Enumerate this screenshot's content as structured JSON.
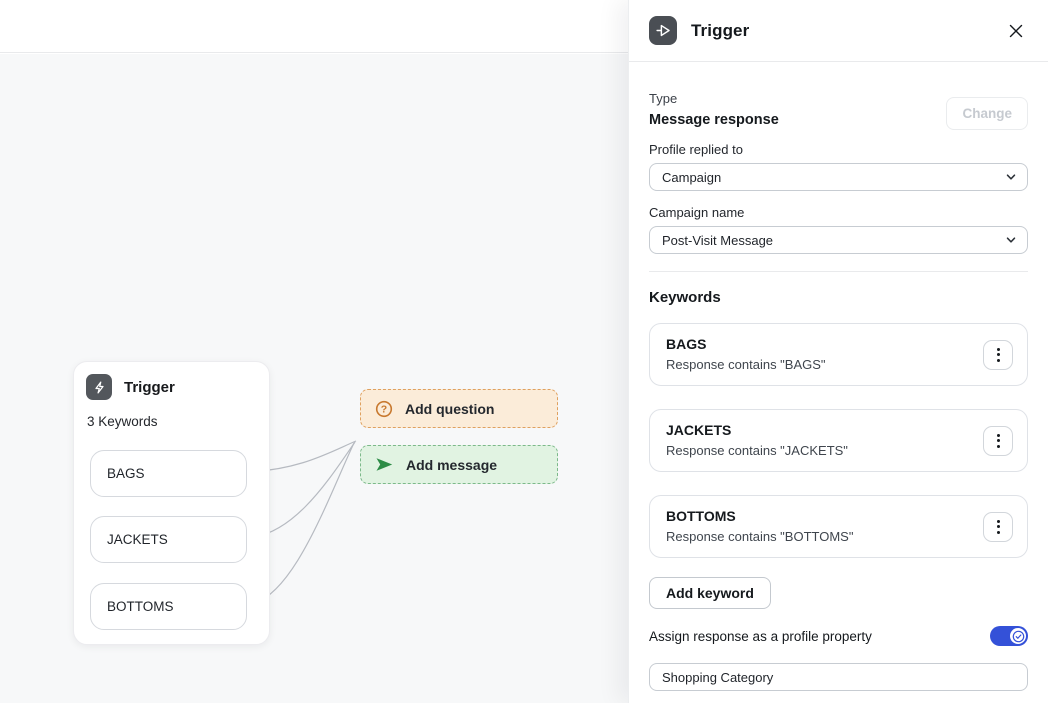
{
  "canvas": {
    "node": {
      "title": "Trigger",
      "subtitle": "3 Keywords",
      "keywords": [
        "BAGS",
        "JACKETS",
        "BOTTOMS"
      ]
    },
    "actions": {
      "add_question_label": "Add question",
      "add_message_label": "Add message"
    }
  },
  "panel": {
    "title": "Trigger",
    "type_label": "Type",
    "type_value": "Message response",
    "change_label": "Change",
    "profile_replied_label": "Profile replied to",
    "profile_replied_value": "Campaign",
    "campaign_name_label": "Campaign name",
    "campaign_name_value": "Post-Visit Message",
    "keywords_heading": "Keywords",
    "keywords": [
      {
        "name": "BAGS",
        "rule": "Response contains \"BAGS\""
      },
      {
        "name": "JACKETS",
        "rule": "Response contains \"JACKETS\""
      },
      {
        "name": "BOTTOMS",
        "rule": "Response contains \"BOTTOMS\""
      }
    ],
    "add_keyword_label": "Add keyword",
    "assign_label": "Assign response as a profile property",
    "assign_toggle_state": "on",
    "property_value": "Shopping Category"
  },
  "icons": {
    "panel_header": "send-icon",
    "node_header": "lightning-icon",
    "add_question": "question-circle-icon",
    "add_message": "send-arrow-icon",
    "keyword_menu": "kebab-menu-icon",
    "close": "close-icon",
    "select": "chevron-down-icon",
    "toggle_knob": "check-circle-icon"
  },
  "colors": {
    "canvas_bg": "#f7f8f9",
    "node_icon_bg": "#53575c",
    "add_question_bg": "#fbecd9",
    "add_question_border": "#dfa160",
    "add_question_icon": "#c8792f",
    "add_message_bg": "#e1f3e2",
    "add_message_border": "#7cb98a",
    "add_message_icon": "#2d8c46",
    "toggle_on": "#3451d8",
    "connector": "#b6bac1",
    "handle_dot": "#17191c"
  }
}
